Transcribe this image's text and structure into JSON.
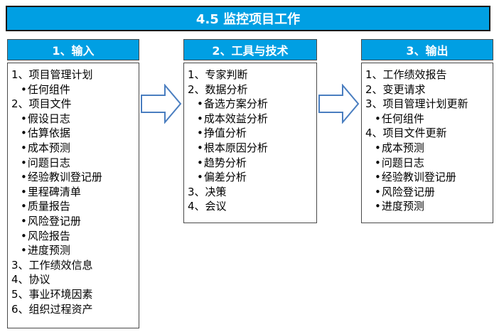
{
  "title": "4.5 监控项目工作",
  "columns": [
    {
      "header": "1、输入",
      "items": [
        {
          "level": 1,
          "text": "1、项目管理计划"
        },
        {
          "level": 2,
          "text": "任何组件"
        },
        {
          "level": 1,
          "text": "2、项目文件"
        },
        {
          "level": 2,
          "text": "假设日志"
        },
        {
          "level": 2,
          "text": "估算依据"
        },
        {
          "level": 2,
          "text": "成本预测"
        },
        {
          "level": 2,
          "text": "问题日志"
        },
        {
          "level": 2,
          "text": "经验教训登记册"
        },
        {
          "level": 2,
          "text": "里程碑清单"
        },
        {
          "level": 2,
          "text": "质量报告"
        },
        {
          "level": 2,
          "text": "风险登记册"
        },
        {
          "level": 2,
          "text": "风险报告"
        },
        {
          "level": 2,
          "text": "进度预测"
        },
        {
          "level": 1,
          "text": "3、工作绩效信息"
        },
        {
          "level": 1,
          "text": "4、协议"
        },
        {
          "level": 1,
          "text": "5、事业环境因素"
        },
        {
          "level": 1,
          "text": "6、组织过程资产"
        }
      ]
    },
    {
      "header": "2、工具与技术",
      "items": [
        {
          "level": 1,
          "text": "1、专家判断"
        },
        {
          "level": 1,
          "text": "2、数据分析"
        },
        {
          "level": 2,
          "text": "备选方案分析"
        },
        {
          "level": 2,
          "text": "成本效益分析"
        },
        {
          "level": 2,
          "text": "挣值分析"
        },
        {
          "level": 2,
          "text": "根本原因分析"
        },
        {
          "level": 2,
          "text": "趋势分析"
        },
        {
          "level": 2,
          "text": "偏差分析"
        },
        {
          "level": 1,
          "text": "3、决策"
        },
        {
          "level": 1,
          "text": "4、会议"
        }
      ]
    },
    {
      "header": "3、输出",
      "items": [
        {
          "level": 1,
          "text": "1、工作绩效报告"
        },
        {
          "level": 1,
          "text": "2、变更请求"
        },
        {
          "level": 1,
          "text": "3、项目管理计划更新"
        },
        {
          "level": 2,
          "text": "任何组件"
        },
        {
          "level": 1,
          "text": "4、项目文件更新"
        },
        {
          "level": 2,
          "text": "成本预测"
        },
        {
          "level": 2,
          "text": "问题日志"
        },
        {
          "level": 2,
          "text": "经验教训登记册"
        },
        {
          "level": 2,
          "text": "风险登记册"
        },
        {
          "level": 2,
          "text": "进度预测"
        }
      ]
    }
  ],
  "colors": {
    "accent": "#009fe3",
    "border": "#4a4a4a",
    "arrow_stroke": "#4a7ec0"
  }
}
